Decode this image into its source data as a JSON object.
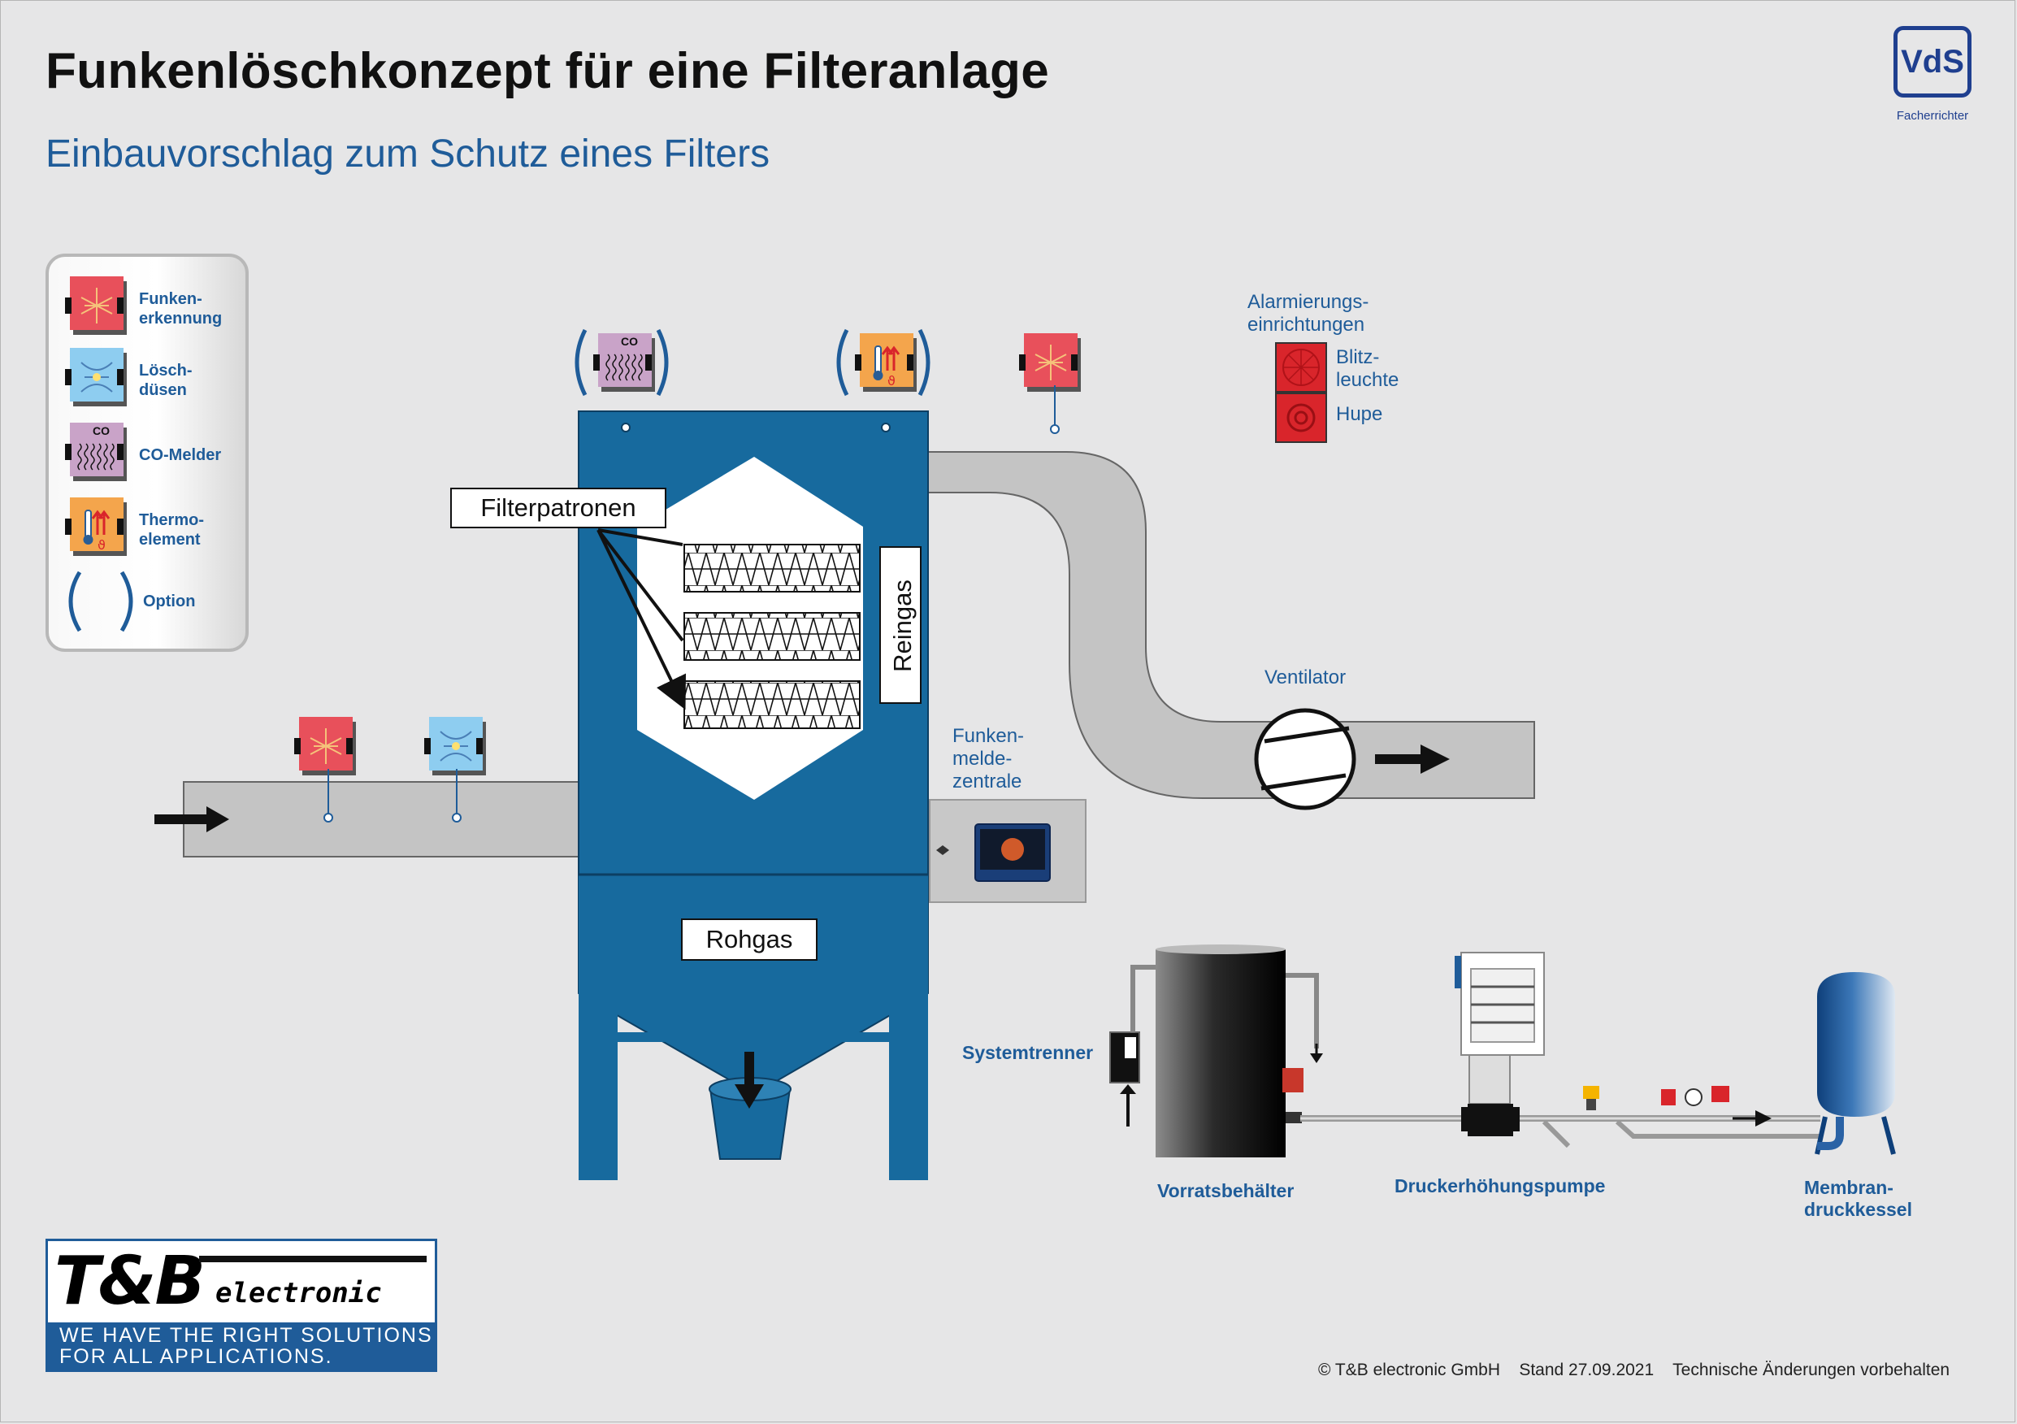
{
  "header": {
    "title": "Funkenlöschkonzept für eine Filteranlage",
    "subtitle": "Einbauvorschlag zum Schutz eines Filters",
    "badge": "VdS",
    "badge_caption": "Facherrichter"
  },
  "legend": {
    "items": [
      {
        "line1": "Funken-",
        "line2": "erkennung",
        "icon": "spark-detector-icon",
        "color": "#e8505b"
      },
      {
        "line1": "Lösch-",
        "line2": "düsen",
        "icon": "extinguishing-nozzle-icon",
        "color": "#8ecdf0"
      },
      {
        "line1": "CO-Melder",
        "line2": "",
        "icon": "co-detector-icon",
        "color": "#c9a3c8"
      },
      {
        "line1": "Thermo-",
        "line2": "element",
        "icon": "thermocouple-icon",
        "color": "#f4a54c"
      }
    ],
    "option_label": "Option",
    "co_text": "CO"
  },
  "labels": {
    "filterpatronen": "Filterpatronen",
    "reingas": "Reingas",
    "rohgas": "Rohgas",
    "alarm_line1": "Alarmierungs-",
    "alarm_line2": "einrichtungen",
    "blitz_line1": "Blitz-",
    "blitz_line2": "leuchte",
    "hupe": "Hupe",
    "ventilator": "Ventilator",
    "zentrale_line1": "Funken-",
    "zentrale_line2": "melde-",
    "zentrale_line3": "zentrale",
    "systemtrenner": "Systemtrenner",
    "vorratsbehaelter": "Vorratsbehälter",
    "druckerhoehungspumpe": "Druckerhöhungspumpe",
    "membran_line1": "Membran-",
    "membran_line2": "druckkessel"
  },
  "logo": {
    "brand": "T&B",
    "brand_suffix": "electronic",
    "slogan_line1": "WE HAVE THE RIGHT SOLUTIONS",
    "slogan_line2": "FOR ALL APPLICATIONS."
  },
  "footer": {
    "copyright": "© T&B electronic GmbH",
    "stand": "Stand 27.09.2021",
    "note": "Technische Änderungen vorbehalten"
  },
  "colors": {
    "accent_blue": "#1f5c99",
    "filter_blue": "#176a9e",
    "duct_gray": "#c4c4c4",
    "alarm_red": "#d9252b",
    "background": "#e6e6e7"
  }
}
